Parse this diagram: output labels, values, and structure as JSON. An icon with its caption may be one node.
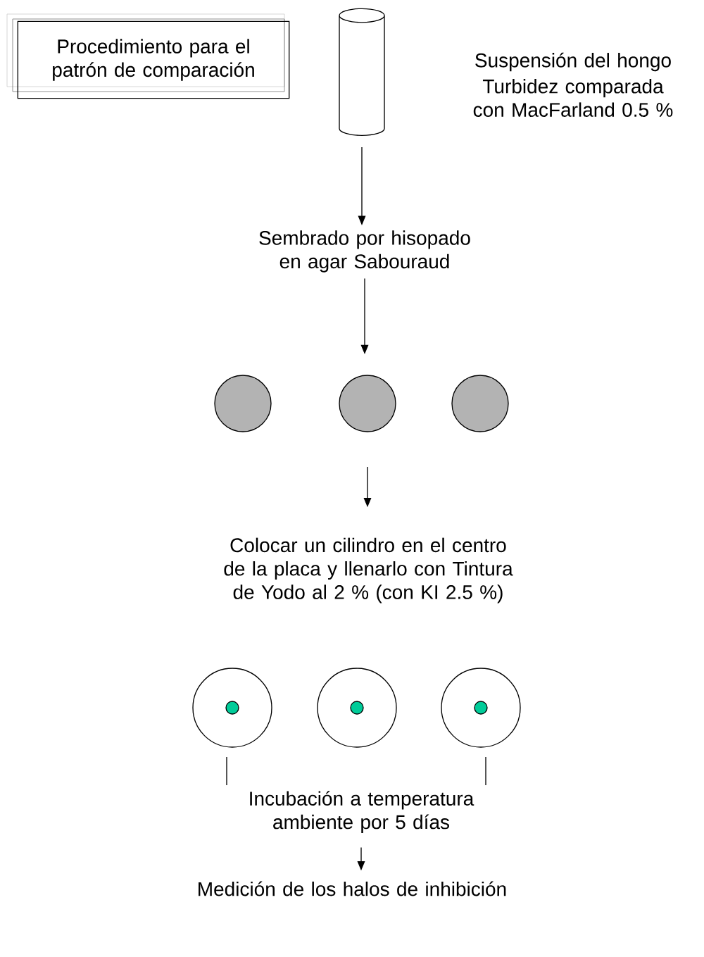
{
  "diagram": {
    "nodes": [
      {
        "text": [
          "Procedimiento para el patrón de comparación"
        ]
      },
      {
        "text": [],
        "shape": "cylinder",
        "beside": [
          "Suspensión del hongo",
          "Turbidez comparada con MacFarland 0.5 %"
        ]
      },
      {
        "text": [
          "Sembrado por hisopado en agar Sabouraud"
        ]
      },
      {
        "text": [],
        "shape": "circle"
      },
      {
        "text": [],
        "shape": "circle"
      },
      {
        "text": [],
        "shape": "circle"
      },
      {
        "text": [
          "Colocar un cilindro en el centro de la placa y llenarlo con Tintura de Yodo al 2 % (con KI 2.5 %)"
        ]
      },
      {
        "text": [],
        "shape": "circle"
      },
      {
        "text": [],
        "shape": "circle"
      },
      {
        "text": [],
        "shape": "circle"
      },
      {
        "text": [
          "Incubación a temperatura ambiente por 5 días"
        ]
      },
      {
        "text": [
          "Medición de los halos de inhibición"
        ]
      }
    ],
    "edges": [
      {
        "from": 1,
        "to": 2,
        "arrow": "to"
      },
      {
        "from": 2,
        "to": 4,
        "arrow": "to"
      },
      {
        "from": 4,
        "to": 6,
        "arrow": "to"
      },
      {
        "from": 10,
        "to": 11,
        "arrow": "to"
      }
    ]
  }
}
